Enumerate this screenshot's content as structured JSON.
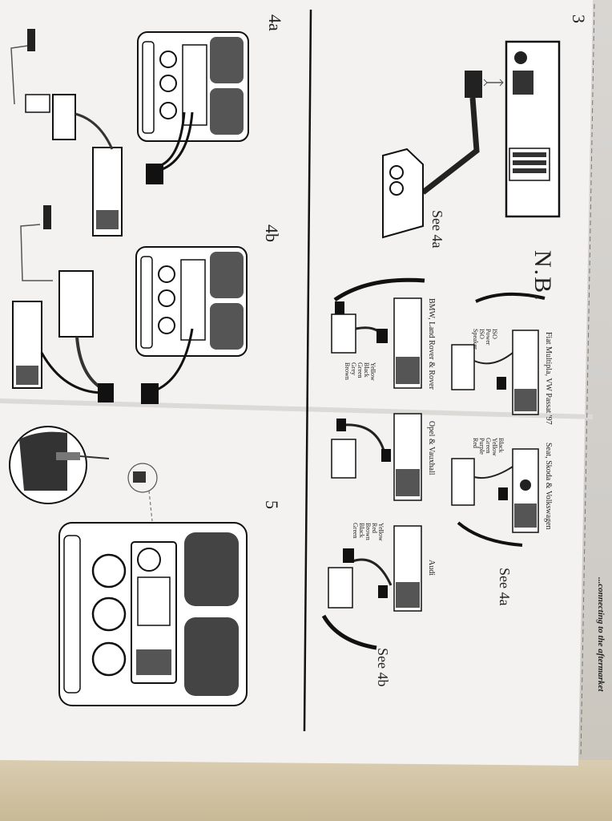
{
  "page": {
    "number": "3",
    "tagline": "...connecting to the aftermarket"
  },
  "sections": {
    "top": {
      "nb": "N.B.",
      "see_4a_main": "See 4a",
      "vehicles": [
        {
          "name": "Fiat Multipla, VW Passat '97",
          "wire_labels": [
            "ISO",
            "Power",
            "ISO",
            "Speaker"
          ]
        },
        {
          "name": "Seat, Skoda & Volkswagen",
          "wire_labels": [
            "Black",
            "Yellow",
            "Green",
            "Purple",
            "Red"
          ]
        },
        {
          "name": "BMW, Land Rover & Rover",
          "wire_labels": [
            "Yellow",
            "Black",
            "Green",
            "Grey",
            "Brown"
          ]
        },
        {
          "name": "Opel & Vauxhall",
          "wire_labels": []
        },
        {
          "name": "Audi",
          "wire_labels": [
            "Yellow",
            "Red",
            "Brown",
            "Black",
            "Green"
          ]
        }
      ],
      "see_4a_group": "See 4a",
      "see_4b_group": "See 4b"
    },
    "bottom": {
      "step_4a": "4a",
      "step_4b": "4b",
      "step_5": "5"
    }
  }
}
